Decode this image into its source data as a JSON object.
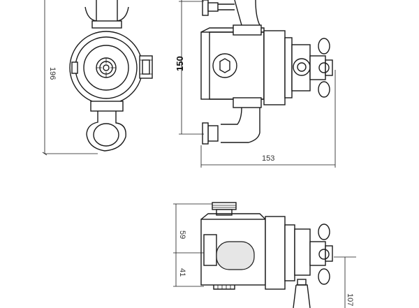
{
  "dimensions": {
    "front_height": "196",
    "side_height": "150",
    "side_depth": "153",
    "top_upper": "59",
    "top_lower": "41",
    "top_depth": "107"
  },
  "colors": {
    "line": "#1a1a1a",
    "background": "#ffffff",
    "shade": "#e6e6e6"
  }
}
